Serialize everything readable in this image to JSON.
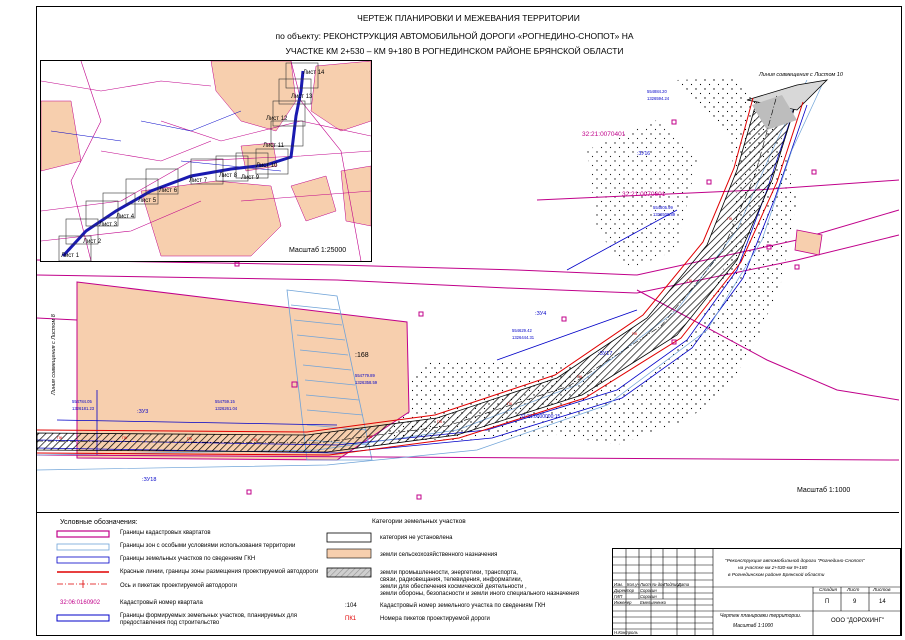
{
  "title": {
    "line1": "ЧЕРТЕЖ ПЛАНИРОВКИ И МЕЖЕВАНИЯ ТЕРРИТОРИИ",
    "line2": "по объекту: РЕКОНСТРУКЦИЯ АВТОМОБИЛЬНОЙ ДОРОГИ «РОГНЕДИНО-СНОПОТ» НА",
    "line3": "УЧАСТКЕ КМ 2+530 – КМ 9+180 В РОГНЕДИНСКОМ РАЙОНЕ БРЯНСКОЙ ОБЛАСТИ"
  },
  "inset": {
    "scale": "Масштаб 1:25000",
    "sheets": [
      "Лист 1",
      "Лист 2",
      "Лист 3",
      "Лист 4",
      "Лист 5",
      "Лист 6",
      "Лист 7",
      "Лист 8",
      "Лист 9",
      "Лист 10",
      "Лист 11",
      "Лист 12",
      "Лист 13",
      "Лист 14"
    ]
  },
  "map": {
    "match_line_top": "Линия совмещения с Листом 10",
    "match_line_left": "Линия совмещения с Листом 8",
    "quarter_1": "32:21:0070401",
    "quarter_2": "32:21:0070601",
    "quarter_3": "32:21:0000000:15",
    "parcel_168": ":168",
    "zu_labels": [
      ":ЗУ4",
      ":ЗУ17",
      ":ЗУ3",
      ":ЗУ18",
      ":ЗУ16"
    ],
    "coords": [
      "554884.20",
      "1326594.24",
      "554805.99",
      "1326509.89",
      "554629.42",
      "1326444.31",
      "554779.89",
      "1326358.59",
      "554759.15",
      "1326261.04",
      "554784.05",
      "1326181.23"
    ],
    "scale": "Масштаб 1:1000"
  },
  "legend": {
    "heading": "Условные обозначения:",
    "items": [
      "Границы кадастровых квартатов",
      "Границы зон с особыми условиями использования территории",
      "Границы земельных участков по сведениям ГКН",
      "Красные линии, границы зоны размещения проектируемой автодороги",
      "Ось и пикетаж проектируемой автодороги",
      "Кадастровый номер квартала",
      "Границы формируемых земельных участков, планируемых для",
      "предоставления под строительство"
    ],
    "quarter_example": "32:06:0160902",
    "categories_heading": "Категории земельных участков",
    "categories": [
      "категория не установлена",
      "земли сельскохозяйственного назначения",
      "земли промышленности, энергетики, транспорта,",
      "связи, радиовещания, телевидения, информатики,",
      "земли для обеспечения космической деятельности ,",
      "земли обороны, безопасности и земли иного специального назначения"
    ],
    "parcel_example": ":104",
    "parcel_text": "Кадастровый номер земельного участка по сведениям ГКН",
    "picket_example": "ПК1",
    "picket_text": "Номера пикетов проектируемой дороги"
  },
  "stamp": {
    "project1": "\"Реконструкция автомобильной дороги \"Рогнедино-Снопот\"",
    "project2": "на участке км 2+530-км 9+180",
    "project3": "в Рогнединском районе Брянской области",
    "header_cols": [
      "Изм.",
      "Кол.уч",
      "Лист",
      "№ док",
      "Подпись",
      "Дата"
    ],
    "roles": [
      "Директор",
      "ГИП",
      "Инженер",
      "Н.Контроль"
    ],
    "names": [
      "Сорокин",
      "Сорокин",
      "Емельяненко"
    ],
    "stage_label": "Стадия",
    "sheet_label": "Лист",
    "sheets_label": "Листов",
    "stage": "П",
    "sheet": "9",
    "sheets": "14",
    "drawing_name": "Чертеж планировки территории.",
    "drawing_scale": "Масштаб 1:1000",
    "company": "ООО \"ДОРОХИНГ\""
  },
  "colors": {
    "quarter_line": "#c0008a",
    "parcel_line": "#0000c8",
    "red_line": "#e00000",
    "agri_fill": "#f7cfae",
    "zone_line": "#6fa3d8"
  }
}
